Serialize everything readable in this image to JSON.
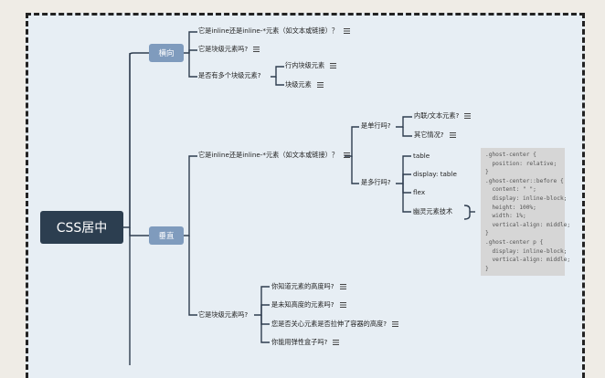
{
  "root": "CSS居中",
  "branches": {
    "horizontal": "横向",
    "vertical": "垂直"
  },
  "horizontal_children": {
    "inline": "它是inline还是inline-*元素（如文本或链接）？",
    "block": "它是块级元素吗?",
    "multiple": "是否有多个块级元素?",
    "inline_row": "行内块级元素",
    "block_el": "块级元素"
  },
  "vertical_children": {
    "inline": "它是inline还是inline-*元素（如文本或链接）？",
    "single_line": "是单行吗?",
    "inline_text": "内联/文本元素?",
    "other_case": "其它情况?",
    "multi_line": "是多行吗?",
    "table": "table",
    "display_table": "display: table",
    "flex": "flex",
    "ghost": "幽灵元素技术",
    "block": "它是块级元素吗?",
    "know_height": "你知道元素的高度吗?",
    "unknown_height": "是未知高度的元素吗?",
    "care_stretch": "您是否关心元素是否拉伸了容器的高度?",
    "flexbox": "你能用弹性盒子吗?"
  },
  "code_lines": [
    ".ghost-center {",
    "  position: relative;",
    "}",
    ".ghost-center::before {",
    "  content: \" \";",
    "  display: inline-block;",
    "  height: 100%;",
    "  width: 1%;",
    "  vertical-align: middle;",
    "}",
    ".ghost-center p {",
    "  display: inline-block;",
    "  vertical-align: middle;",
    "}"
  ]
}
